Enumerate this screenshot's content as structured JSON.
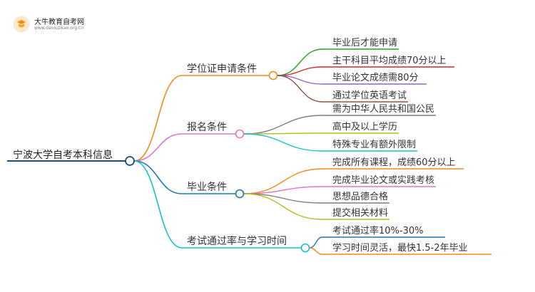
{
  "logo": {
    "name": "大牛教育自考网",
    "url": "www.daniuzikao.org.cn"
  },
  "root": {
    "label": "宁波大学自考本科信息",
    "color": "#1f4e79"
  },
  "branches": [
    {
      "label": "学位证申请条件",
      "color": "#f28a1e",
      "children": [
        {
          "label": "毕业后才能申请",
          "color": "#2ca02c"
        },
        {
          "label": "主干科目平均成绩70分以上",
          "color": "#d62728"
        },
        {
          "label": "毕业论文成绩需80分",
          "color": "#9467bd"
        },
        {
          "label": "通过学位英语考试",
          "color": "#8c564b"
        }
      ]
    },
    {
      "label": "报名条件",
      "color": "#e377c2",
      "children": [
        {
          "label": "需为中华人民共和国公民",
          "color": "#7f7f7f"
        },
        {
          "label": "高中及以上学历",
          "color": "#bcbd22"
        },
        {
          "label": "特殊专业有额外限制",
          "color": "#17becf"
        }
      ]
    },
    {
      "label": "毕业条件",
      "color": "#1f77b4",
      "children": [
        {
          "label": "完成所有课程，成绩60分以上",
          "color": "#f28a1e"
        },
        {
          "label": "完成毕业论文或实践考核",
          "color": "#e377c2"
        },
        {
          "label": "思想品德合格",
          "color": "#7f7f7f"
        },
        {
          "label": "提交相关材料",
          "color": "#bcbd22"
        }
      ]
    },
    {
      "label": "考试通过率与学习时间",
      "color": "#17becf",
      "children": [
        {
          "label": "考试通过率10%-30%",
          "color": "#1f77b4"
        },
        {
          "label": "学习时间灵活，最快1.5-2年毕业",
          "color": "#f28a1e"
        }
      ]
    }
  ]
}
